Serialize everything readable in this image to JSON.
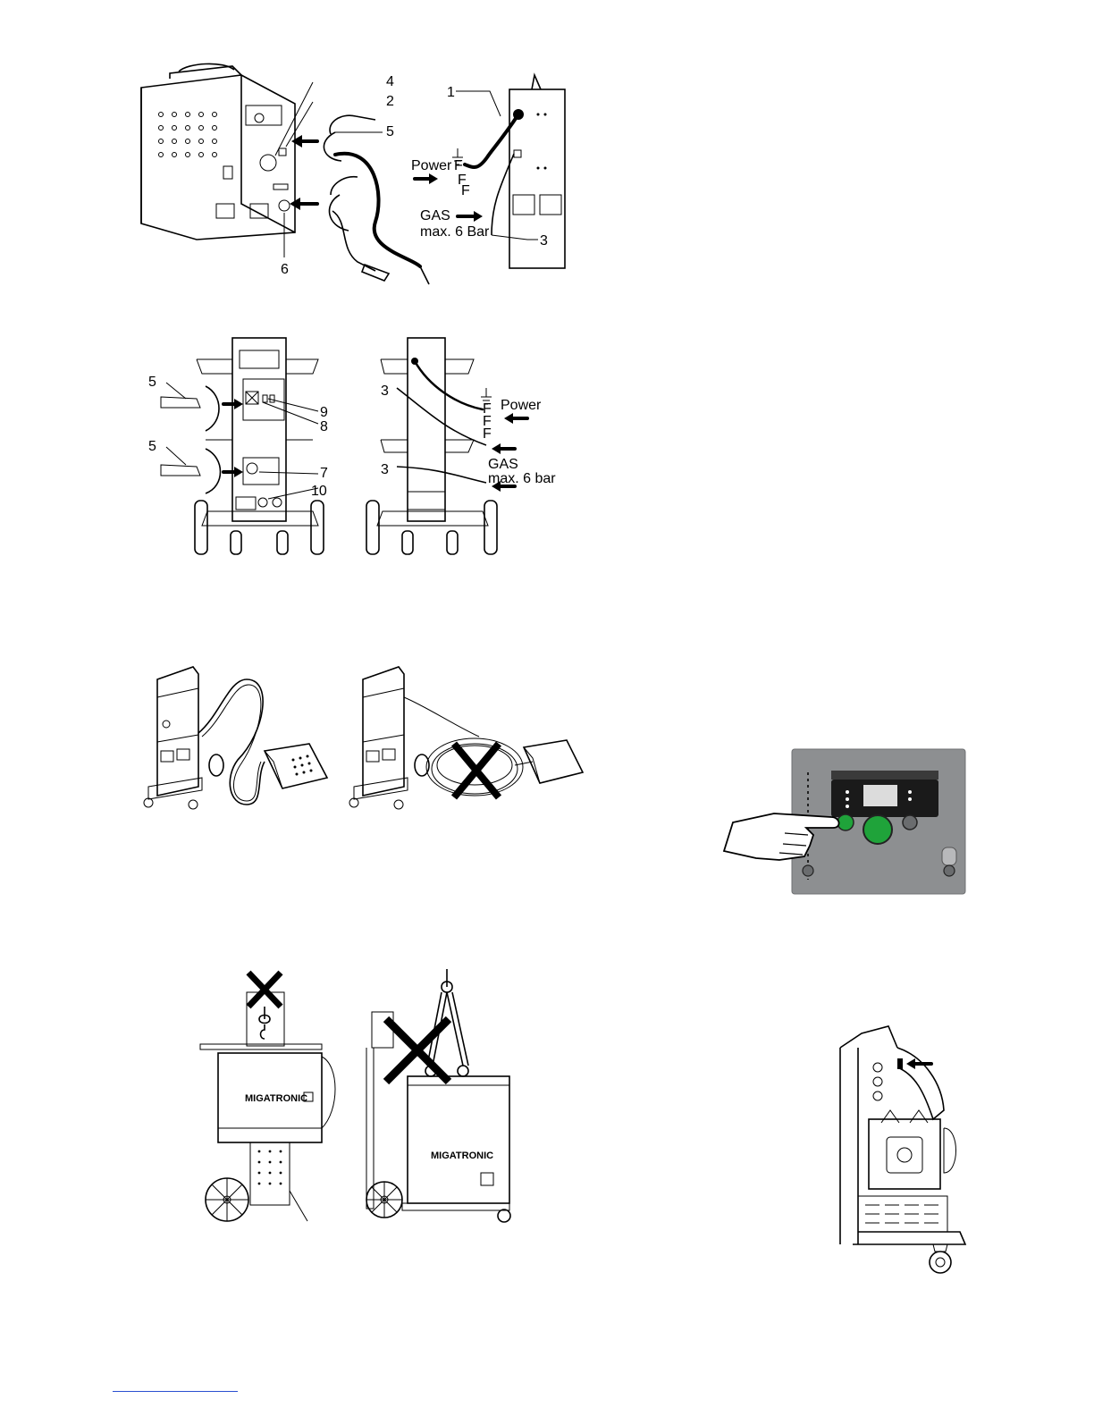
{
  "fig1": {
    "callouts": [
      "4",
      "2",
      "5",
      "6",
      "1",
      "3"
    ],
    "power_label": "Power",
    "phase_labels": [
      "F",
      "F",
      "F"
    ],
    "gas_label": "GAS",
    "gas_pressure": "max. 6 Bar"
  },
  "fig2": {
    "callouts": [
      "5",
      "5",
      "9",
      "8",
      "7",
      "10",
      "3",
      "3"
    ],
    "power_label": "Power",
    "phase_labels": [
      "F",
      "F",
      "F"
    ],
    "gas_label": "GAS",
    "gas_pressure": "max. 6 bar"
  },
  "fig5": {
    "brand_left": "MIGATRONIC",
    "brand_right": "MIGATRONIC"
  },
  "colors": {
    "panel_gray": "#8d8f91",
    "button_green": "#1fa33a",
    "display_dark": "#1a1a1a"
  }
}
